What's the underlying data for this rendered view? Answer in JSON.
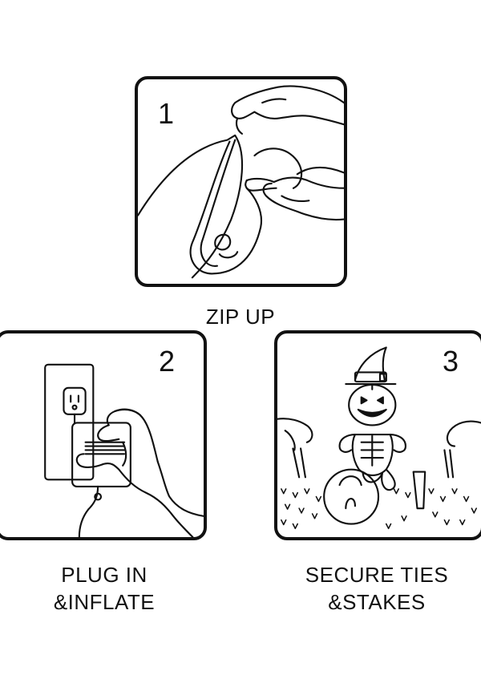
{
  "steps": [
    {
      "number": "1",
      "caption": [
        "ZIP UP"
      ],
      "icon": "hand-zipping-bag-icon"
    },
    {
      "number": "2",
      "caption": [
        "PLUG IN",
        "&INFLATE"
      ],
      "icon": "plug-into-outlet-icon"
    },
    {
      "number": "3",
      "caption": [
        "SECURE TIES",
        "&STAKES"
      ],
      "icon": "staking-inflatable-icon"
    }
  ],
  "colors": {
    "line": "#111111",
    "background": "#ffffff"
  }
}
